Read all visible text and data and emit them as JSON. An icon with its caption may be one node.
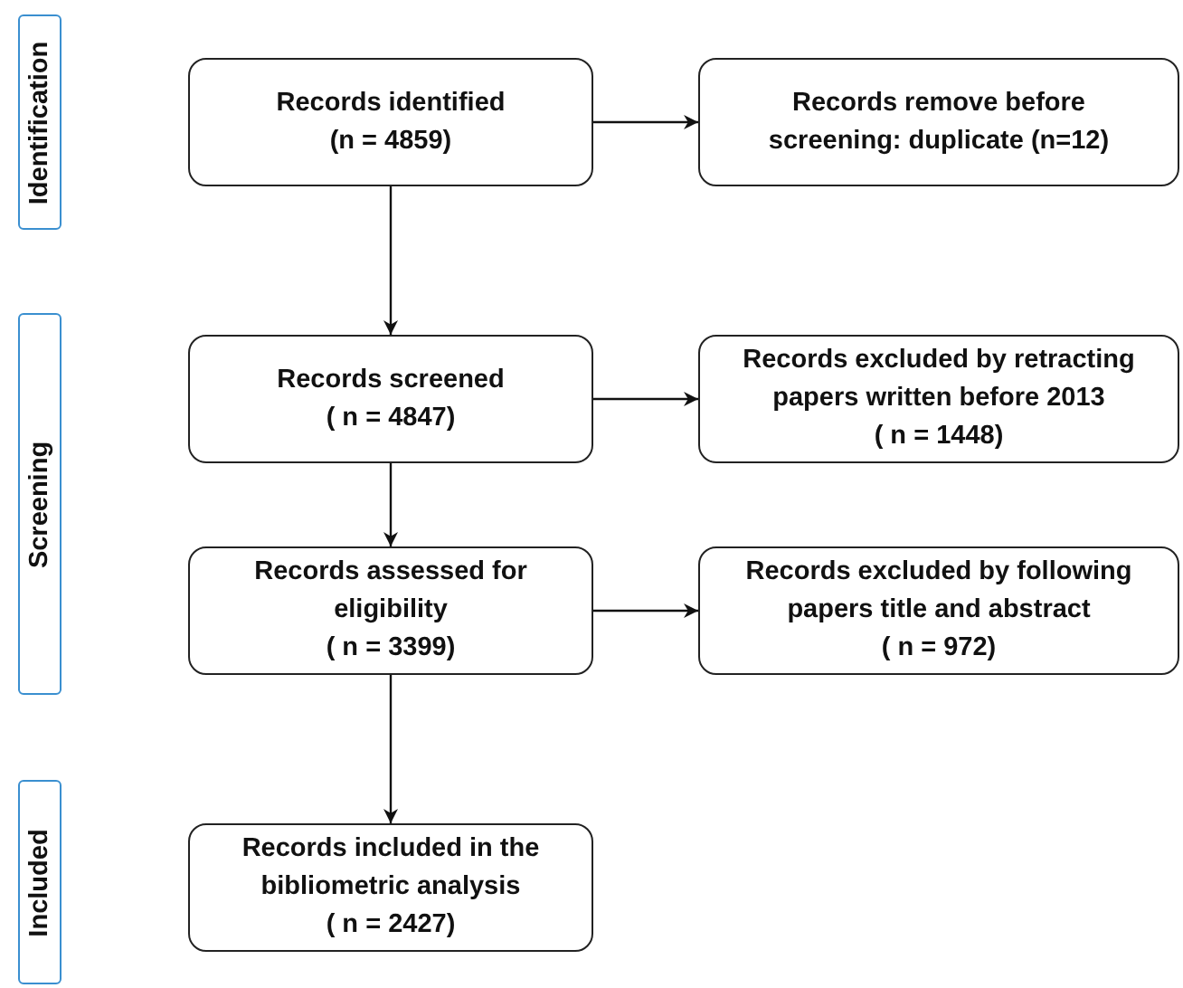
{
  "diagram": {
    "nodes": [
      {
        "text": [
          "Identification"
        ]
      },
      {
        "text": [
          "Records identified",
          "(n = 4859)"
        ]
      },
      {
        "text": [
          "Records remove before screening: duplicate (n=12)"
        ]
      },
      {
        "text": [
          "Screening"
        ]
      },
      {
        "text": [
          "Records screened",
          "( n = 4847)"
        ]
      },
      {
        "text": [
          "Records excluded by retracting papers written before 2013",
          "( n = 1448)"
        ]
      },
      {
        "text": [
          "Records assessed for eligibility",
          "( n = 3399)"
        ]
      },
      {
        "text": [
          "Records excluded by following papers title and abstract",
          "( n = 972)"
        ]
      },
      {
        "text": [
          "Included"
        ]
      },
      {
        "text": [
          "Records included in the bibliometric analysis",
          "( n = 2427)"
        ]
      }
    ],
    "edges": [
      {
        "from": 1,
        "to": 2,
        "arrow": "to"
      },
      {
        "from": 1,
        "to": 4,
        "arrow": "to"
      },
      {
        "from": 4,
        "to": 5,
        "arrow": "to"
      },
      {
        "from": 4,
        "to": 6,
        "arrow": "to"
      },
      {
        "from": 6,
        "to": 7,
        "arrow": "to"
      },
      {
        "from": 6,
        "to": 9,
        "arrow": "to"
      }
    ]
  }
}
